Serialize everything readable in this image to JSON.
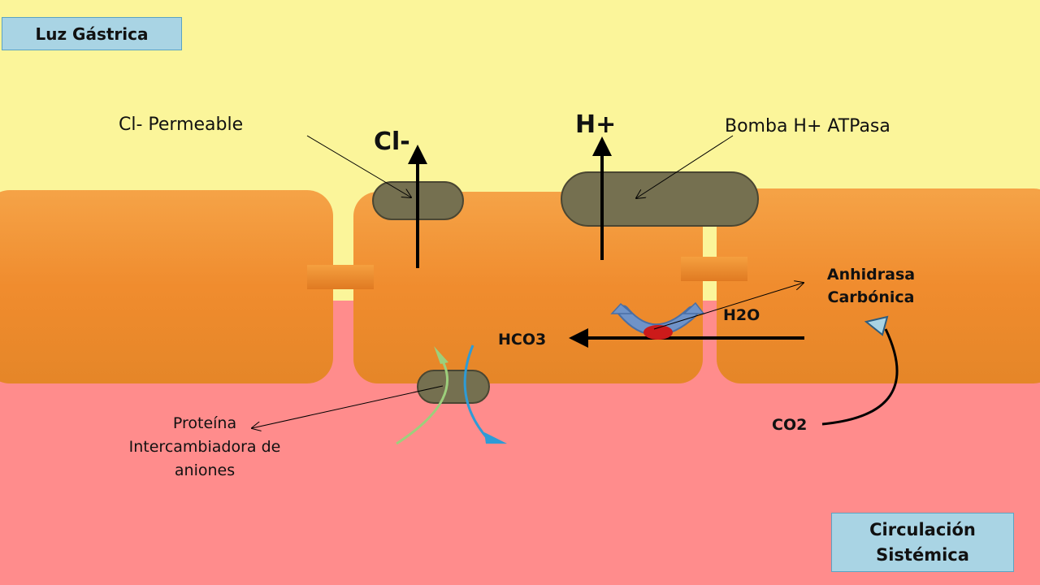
{
  "regions": {
    "lumen": "Luz Gástrica",
    "circulation_line1": "Circulación",
    "circulation_line2": "Sistémica"
  },
  "labels": {
    "cl_channel": "Cl- Permeable",
    "cl_ion": "Cl-",
    "h_ion": "H+",
    "pump": "Bomba H+ ATPasa",
    "enzyme_line1": "Anhidrasa",
    "enzyme_line2": "Carbónica",
    "water": "H2O",
    "bicarbonate": "HCO3",
    "co2": "CO2",
    "exchanger_line1": "Proteína",
    "exchanger_line2": "Intercambiadora de",
    "exchanger_line3": "aniones"
  },
  "colors": {
    "lumen_bg": "#fbf59a",
    "blood_bg": "#ff8c8c",
    "cell": "#f08c2e",
    "protein": "#757050",
    "label_box": "#a9d4e4",
    "enzyme_dot": "#cc1a1a",
    "water_arrow": "#6f93c8",
    "green_arrow": "#9dcf7c",
    "blue_arrow": "#2e9bd6"
  }
}
